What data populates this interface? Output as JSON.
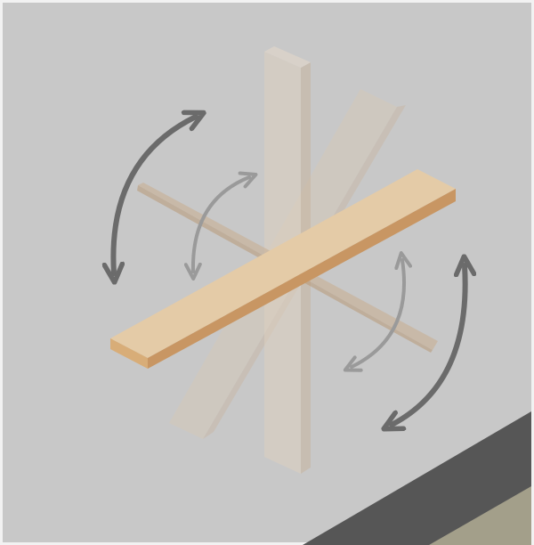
{
  "diagram": {
    "subject": "board-rotation-illustration",
    "colors": {
      "frame": "#f2f2f2",
      "wall": "#c8c8c8",
      "floor_dark": "#565656",
      "floor_light": "#a39f8a",
      "board_top": "#e4cba7",
      "board_side": "#c89663",
      "board_end": "#d8ad78",
      "ghost_board": "#d9c8b4",
      "arrow_dark": "#6b6b6b",
      "arrow_light": "#9a9a9a"
    },
    "boards": [
      {
        "id": "vertical-ghost",
        "opacity": 0.55
      },
      {
        "id": "tilted-ghost",
        "opacity": 0.4
      },
      {
        "id": "thin-diagonal-ghost",
        "opacity": 0.5
      },
      {
        "id": "horizontal-main",
        "opacity": 1
      }
    ],
    "arrows": [
      {
        "id": "upper-left-outer",
        "tone": "dark"
      },
      {
        "id": "upper-left-inner",
        "tone": "light"
      },
      {
        "id": "lower-right-inner",
        "tone": "light"
      },
      {
        "id": "lower-right-outer",
        "tone": "dark"
      }
    ]
  }
}
